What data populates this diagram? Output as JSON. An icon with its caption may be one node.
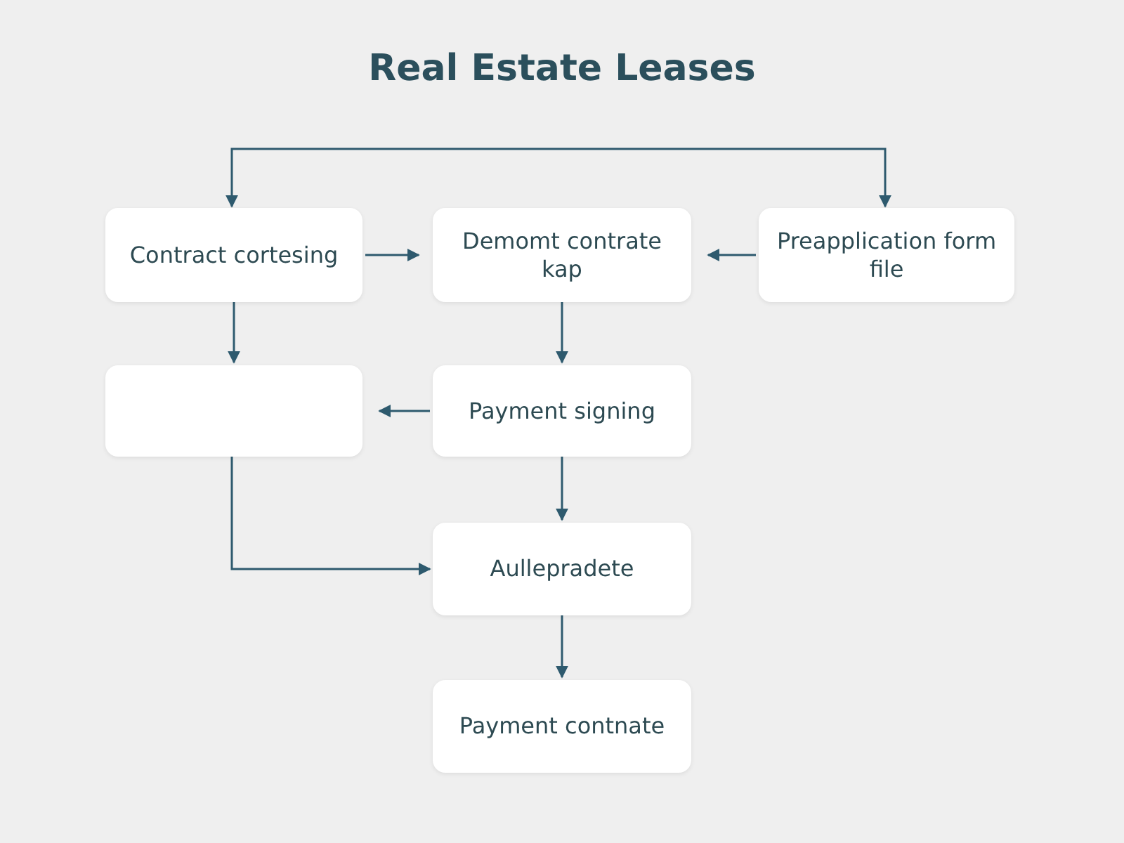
{
  "diagram": {
    "title": "Real Estate Leases",
    "nodes": [
      {
        "text": [
          "Contract cortesing"
        ]
      },
      {
        "text": [
          "Demomt contrate kap"
        ]
      },
      {
        "text": [
          "Preapplication form file"
        ]
      },
      {
        "text": [],
        "shape": "box"
      },
      {
        "text": [
          "Payment signing"
        ]
      },
      {
        "text": [
          "Aullepradete"
        ]
      },
      {
        "text": [
          "Payment contnate"
        ]
      }
    ],
    "edges": [
      {
        "from": 0,
        "to": 2,
        "arrow": "both"
      },
      {
        "from": 0,
        "to": 1,
        "arrow": "to"
      },
      {
        "from": 2,
        "to": 1,
        "arrow": "to"
      },
      {
        "from": 0,
        "to": 3,
        "arrow": "to"
      },
      {
        "from": 1,
        "to": 4,
        "arrow": "to"
      },
      {
        "from": 4,
        "to": 3,
        "arrow": "to"
      },
      {
        "from": 4,
        "to": 5,
        "arrow": "to"
      },
      {
        "from": 3,
        "to": 5,
        "arrow": "to"
      },
      {
        "from": 5,
        "to": 6,
        "arrow": "to"
      }
    ]
  }
}
